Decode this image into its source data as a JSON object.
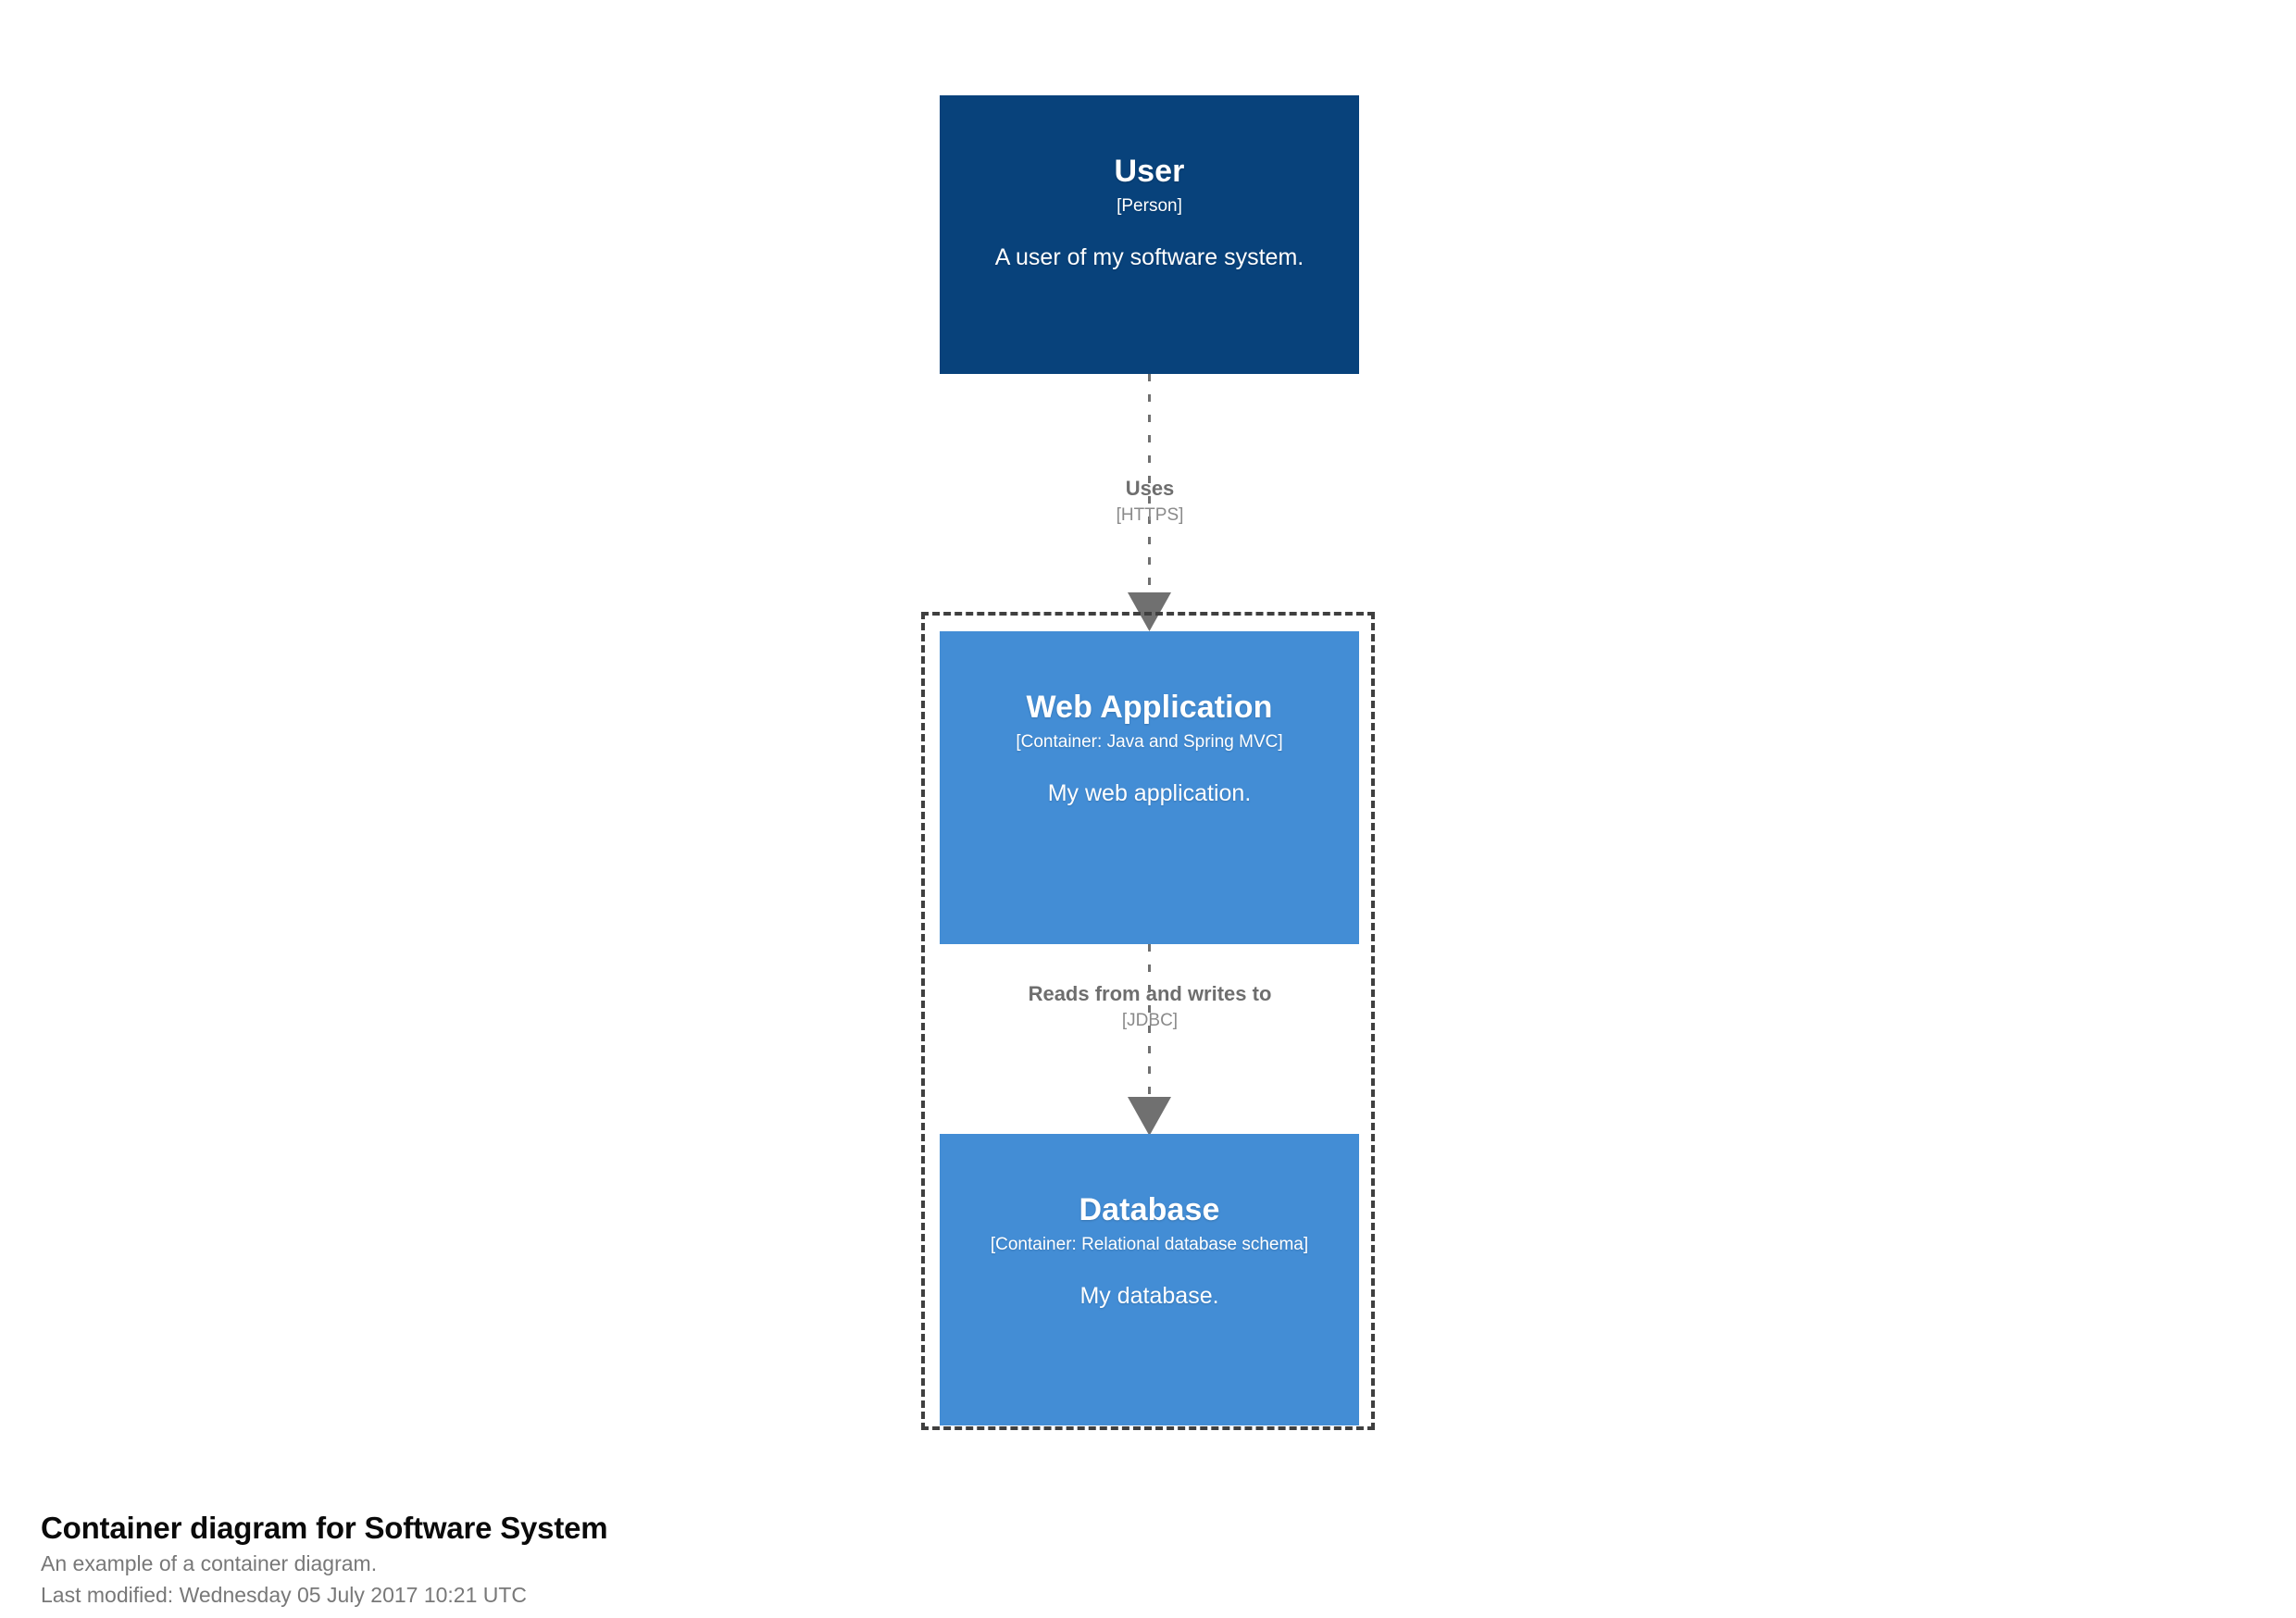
{
  "diagram": {
    "nodes": [
      {
        "id": "user",
        "name": "User",
        "tech": "[Person]",
        "description": "A user of my software system.",
        "shape": "box",
        "color": "#08427b",
        "text_color": "#ffffff"
      },
      {
        "id": "webapp",
        "name": "Web Application",
        "tech": "[Container: Java and Spring MVC]",
        "description": "My web application.",
        "shape": "box",
        "color": "#438dd5",
        "text_color": "#ffffff"
      },
      {
        "id": "database",
        "name": "Database",
        "tech": "[Container: Relational database schema]",
        "description": "My database.",
        "shape": "box",
        "color": "#438dd5",
        "text_color": "#ffffff"
      }
    ],
    "relationships": [
      {
        "id": "user-webapp",
        "source": "user",
        "target": "webapp",
        "description": "Uses",
        "technology": "[HTTPS]",
        "style": "dashed-arrow",
        "color": "#707070"
      },
      {
        "id": "webapp-database",
        "source": "webapp",
        "target": "database",
        "description": "Reads from and writes to",
        "technology": "[JDBC]",
        "style": "dashed-arrow",
        "color": "#707070"
      }
    ],
    "boundary": {
      "id": "software-system-boundary",
      "label": "",
      "style": "dashed",
      "color": "#3f3f3f"
    }
  },
  "caption": {
    "title": "Container diagram for Software System",
    "subtitle": "An example of a container diagram.",
    "last_modified": "Last modified: Wednesday 05 July 2017 10:21 UTC"
  }
}
